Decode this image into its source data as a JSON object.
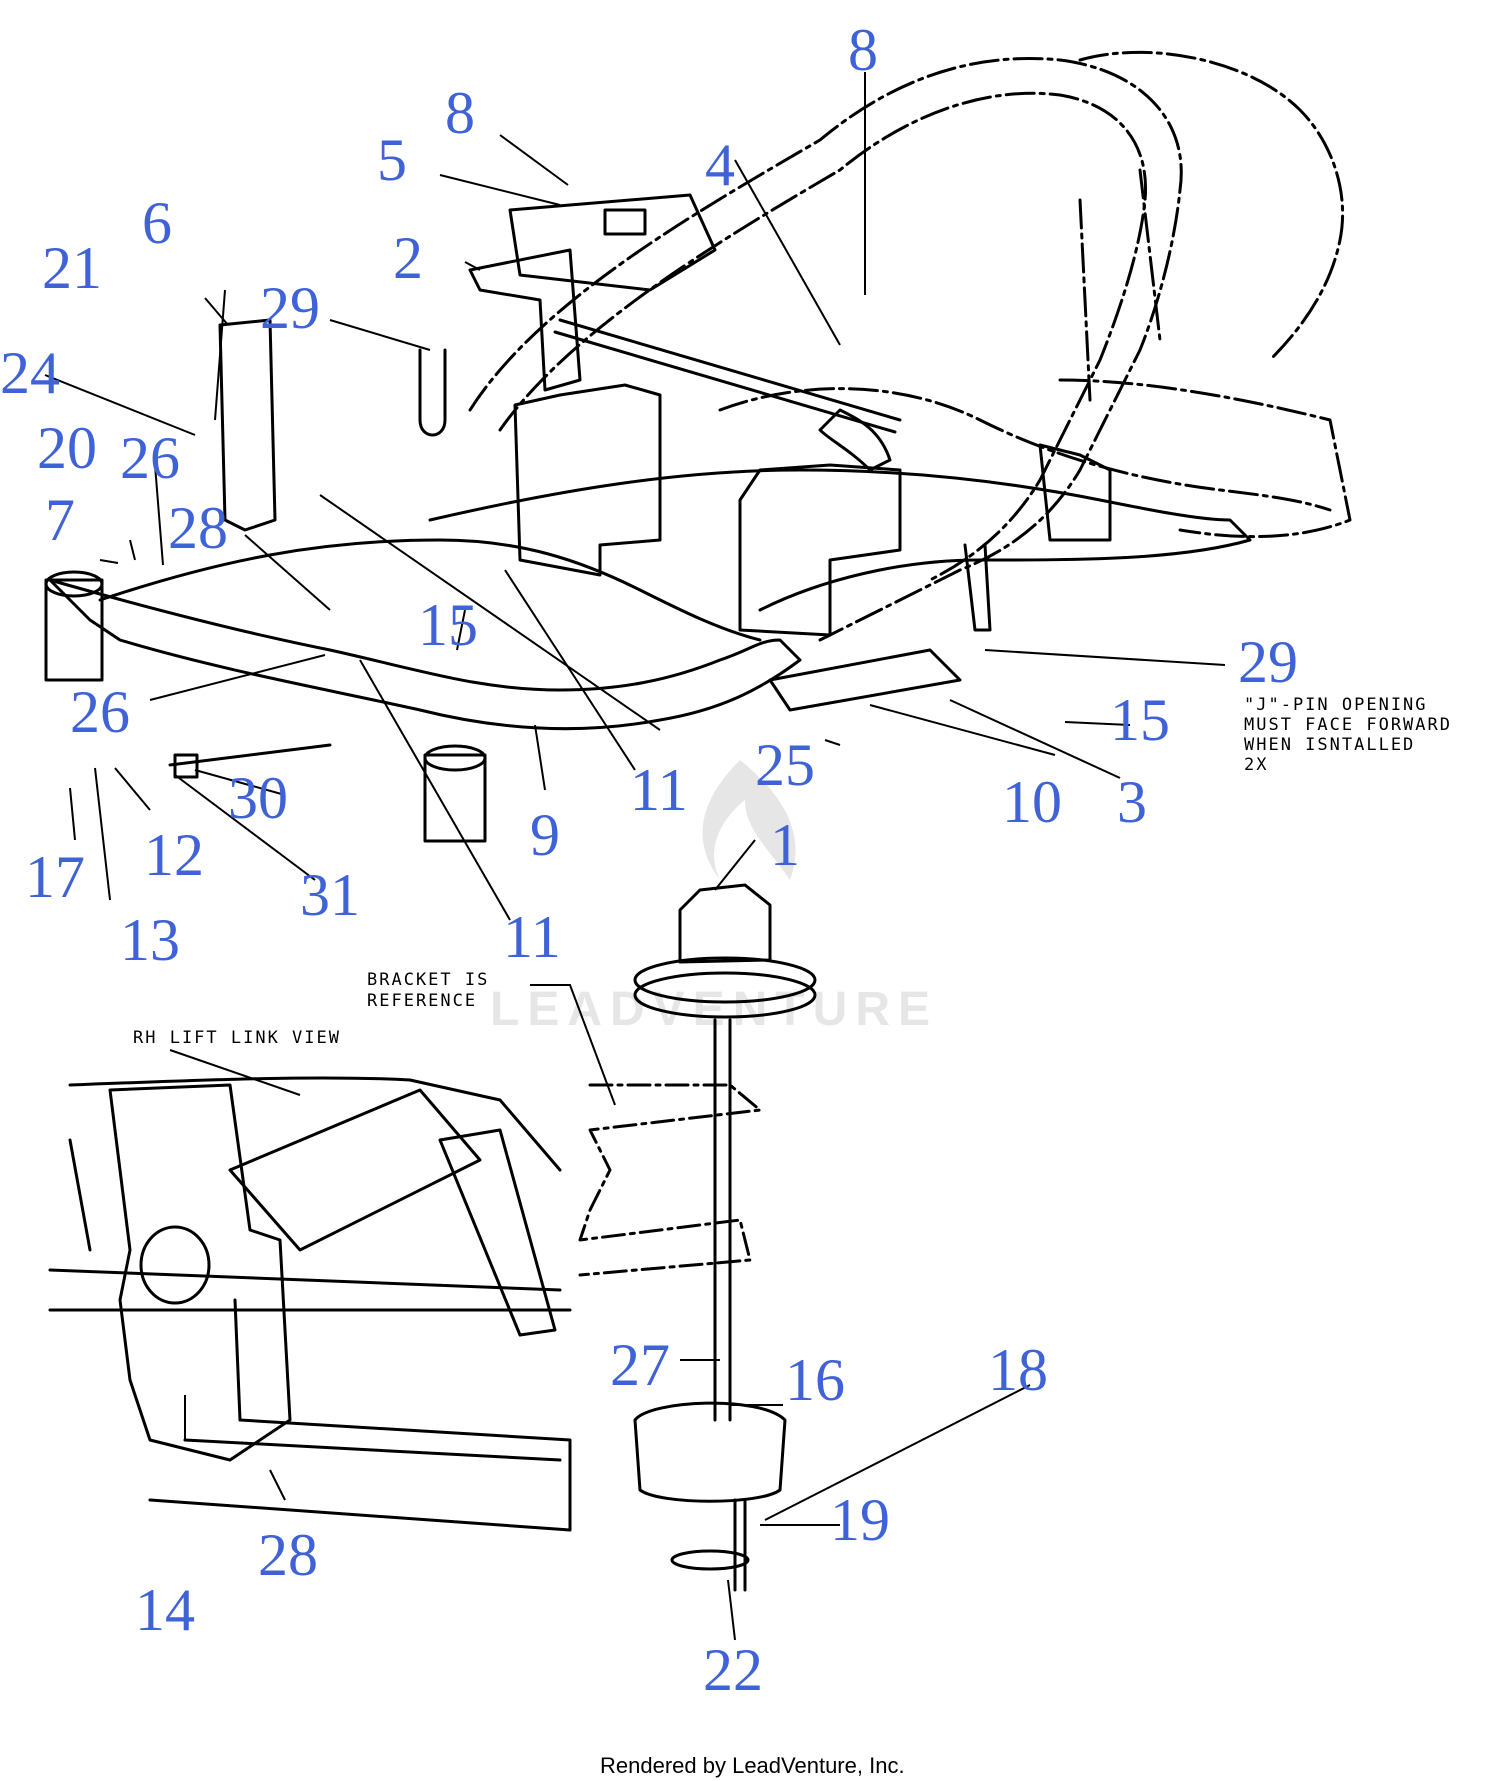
{
  "colors": {
    "callout": "#3f63d6",
    "line": "#000000",
    "background": "#ffffff",
    "watermark": "#e6e6e6"
  },
  "watermark": "LEADVENTURE",
  "callouts": [
    "1",
    "2",
    "3",
    "4",
    "5",
    "6",
    "7",
    "8",
    "8",
    "9",
    "10",
    "11",
    "11",
    "11",
    "12",
    "13",
    "14",
    "15",
    "15",
    "16",
    "17",
    "18",
    "19",
    "20",
    "21",
    "22",
    "24",
    "25",
    "26",
    "26",
    "27",
    "28",
    "28",
    "29",
    "29",
    "30",
    "31"
  ],
  "notes": {
    "j_pin": [
      "\"J\"-PIN OPENING",
      "MUST FACE FORWARD",
      "WHEN ISNTALLED",
      "2X"
    ],
    "bracket": [
      "BRACKET IS",
      "REFERENCE"
    ],
    "rh_view": "RH LIFT LINK VIEW"
  },
  "footer": "Rendered by LeadVenture, Inc."
}
